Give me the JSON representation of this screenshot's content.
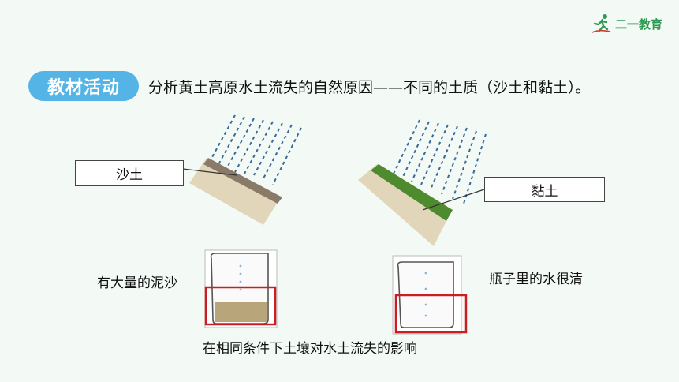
{
  "brand": {
    "name": "二一教育",
    "icon": "runner-icon"
  },
  "header": {
    "badge": "教材活动",
    "title": "分析黄土高原水土流失的自然原因——不同的土质（沙土和黏土）。"
  },
  "experiment": {
    "sand": {
      "label": "沙土",
      "beaker_caption": "有大量的泥沙"
    },
    "clay": {
      "label": "黏土",
      "beaker_caption": "瓶子里的水很清"
    },
    "footer": "在相同条件下土壤对水土流失的影响"
  },
  "colors": {
    "badge": "#55b4e6",
    "sand_layer": "#8a7a68",
    "clay_layer": "#4e8a2e",
    "soil_block": "#e2d6ba",
    "rain": "#3a6a9a",
    "highlight_box": "#c81e24",
    "sediment": "#b8a57a"
  }
}
